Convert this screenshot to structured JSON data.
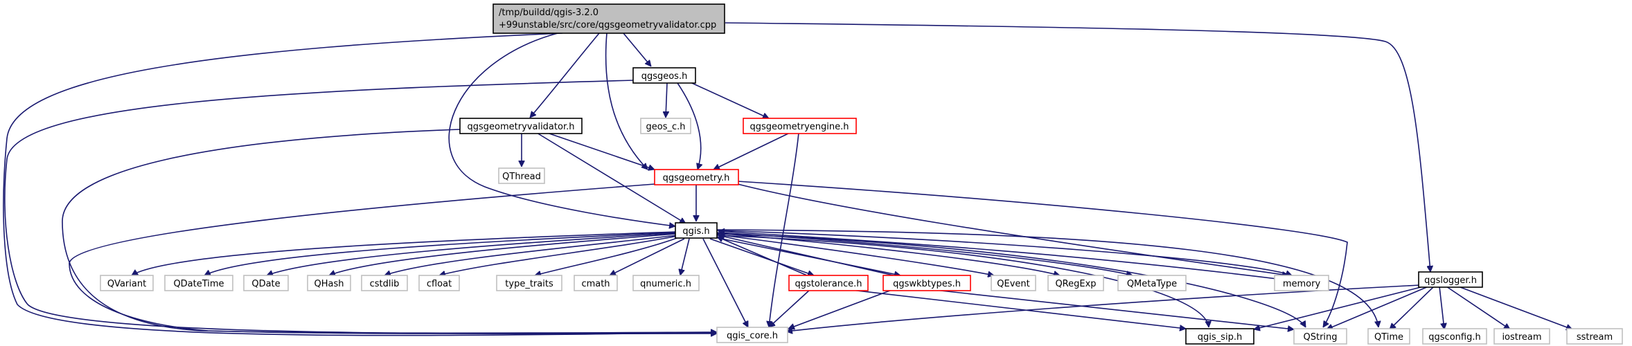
{
  "nodes": {
    "root_line1": "/tmp/buildd/qgis-3.2.0",
    "root_line2": "+99unstable/src/core/qgsgeometryvalidator.cpp",
    "qgsgeos": "qgsgeos.h",
    "qgsgeometryvalidator": "qgsgeometryvalidator.h",
    "geos_c": "geos_c.h",
    "qgsgeometryengine": "qgsgeometryengine.h",
    "qthread": "QThread",
    "qgsgeometry": "qgsgeometry.h",
    "qgis": "qgis.h",
    "qvariant": "QVariant",
    "qdatetime": "QDateTime",
    "qdate": "QDate",
    "qhash": "QHash",
    "cstdlib": "cstdlib",
    "cfloat": "cfloat",
    "type_traits": "type_traits",
    "cmath": "cmath",
    "qnumeric": "qnumeric.h",
    "qgstolerance": "qgstolerance.h",
    "qgswkbtypes": "qgswkbtypes.h",
    "qevent": "QEvent",
    "qregexp": "QRegExp",
    "qmetatype": "QMetaType",
    "memory": "memory",
    "qgslogger": "qgslogger.h",
    "qgis_core": "qgis_core.h",
    "qgis_sip": "qgis_sip.h",
    "qstring": "QString",
    "qtime": "QTime",
    "qgsconfig": "qgsconfig.h",
    "iostream": "iostream",
    "sstream": "sstream"
  },
  "colors": {
    "edge": "#191970",
    "root_fill": "#bfbfbf",
    "red_border": "#ff0000",
    "gray_border": "#bfbfbf",
    "black_border": "#000000"
  }
}
